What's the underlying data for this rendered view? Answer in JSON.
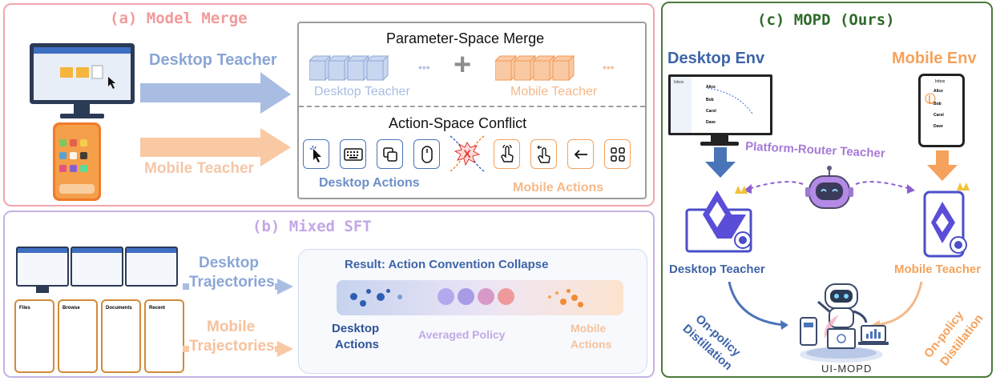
{
  "panel_a": {
    "title": "(a) Model Merge",
    "desktop_teacher": "Desktop Teacher",
    "mobile_teacher": "Mobile Teacher",
    "param_merge_title": "Parameter-Space Merge",
    "merge_desktop_label": "Desktop Teacher",
    "merge_mobile_label": "Mobile Teacher",
    "ellipsis": "•••",
    "plus": "+",
    "conflict_title": "Action-Space Conflict",
    "desktop_actions": "Desktop Actions",
    "mobile_actions": "Mobile Actions"
  },
  "panel_b": {
    "title": "(b) Mixed SFT",
    "desktop_traj_line1": "Desktop",
    "desktop_traj_line2": "Trajectories",
    "mobile_traj_line1": "Mobile",
    "mobile_traj_line2": "Trajectories",
    "result_title": "Result: Action Convention Collapse",
    "desktop_actions_line1": "Desktop",
    "desktop_actions_line2": "Actions",
    "averaged_policy": "Averaged Policy",
    "mobile_actions_line1": "Mobile",
    "mobile_actions_line2": "Actions",
    "mobile_tabs": [
      "Files",
      "Browse",
      "Documents",
      "Recent"
    ]
  },
  "panel_c": {
    "title": "(c) MOPD (Ours)",
    "desktop_env": "Desktop Env",
    "mobile_env": "Mobile Env",
    "router_teacher": "Platform-Router Teacher",
    "desktop_teacher": "Desktop Teacher",
    "mobile_teacher": "Mobile Teacher",
    "on_policy_left_1": "On-policy",
    "on_policy_left_2": "Distillation",
    "on_policy_right_1": "On-policy",
    "on_policy_right_2": "Distillation",
    "product": "UI-MOPD",
    "desktop_screen_title": "Inbox",
    "mobile_screen_title": "Inbox",
    "contacts": [
      "Alice",
      "Bob",
      "Carol",
      "Dave"
    ]
  },
  "colors": {
    "panel_a_border": "#f2a6ad",
    "panel_a_title": "#f29a9a",
    "panel_b_border": "#c5b3e6",
    "panel_b_title": "#c3a7e6",
    "panel_c_border": "#4b7a3a",
    "panel_c_title": "#2f6b2a",
    "desktop_blue": "#4a74b8",
    "desktop_light": "#a9bde3",
    "mobile_orange": "#f4a25c",
    "mobile_light": "#f9c9a4",
    "purple": "#a77ad6"
  }
}
